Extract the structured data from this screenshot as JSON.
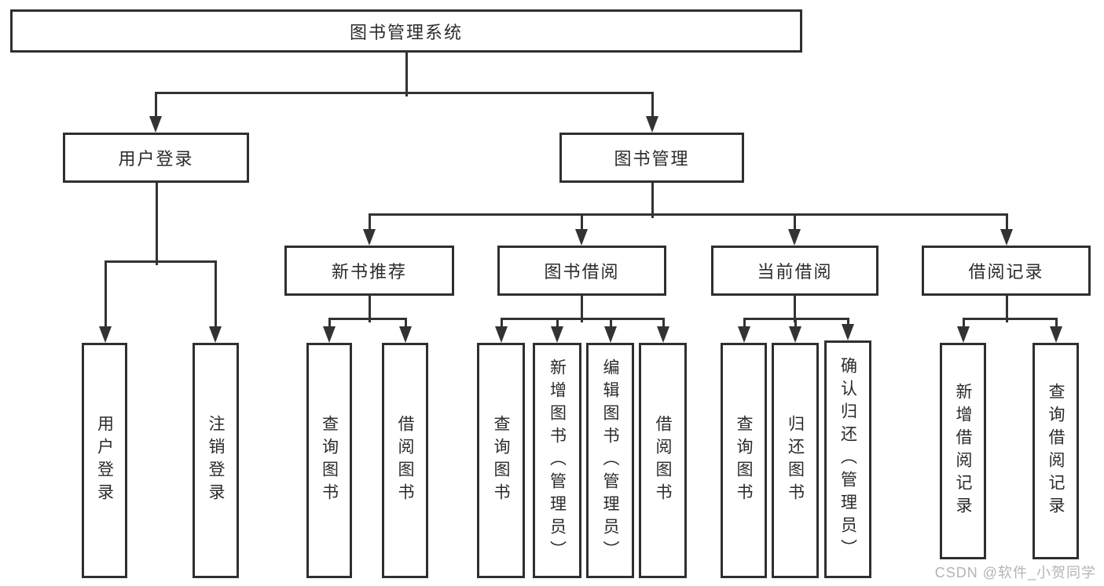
{
  "diagram": {
    "root": {
      "label": "图书管理系统"
    },
    "level2": [
      {
        "id": "user-login",
        "label": "用户登录"
      },
      {
        "id": "book-management",
        "label": "图书管理"
      }
    ],
    "level3": [
      {
        "id": "new-book-recommend",
        "label": "新书推荐",
        "parent": "图书管理"
      },
      {
        "id": "book-borrow",
        "label": "图书借阅",
        "parent": "图书管理"
      },
      {
        "id": "current-borrow",
        "label": "当前借阅",
        "parent": "图书管理"
      },
      {
        "id": "borrow-records",
        "label": "借阅记录",
        "parent": "图书管理"
      }
    ],
    "leaves": [
      {
        "label": "用户登录",
        "parent": "用户登录"
      },
      {
        "label": "注销登录",
        "parent": "用户登录"
      },
      {
        "label": "查询图书",
        "parent": "新书推荐"
      },
      {
        "label": "借阅图书",
        "parent": "新书推荐"
      },
      {
        "label": "查询图书",
        "parent": "图书借阅"
      },
      {
        "label": "新增图书（管理员）",
        "parent": "图书借阅"
      },
      {
        "label": "编辑图书（管理员）",
        "parent": "图书借阅"
      },
      {
        "label": "借阅图书",
        "parent": "图书借阅"
      },
      {
        "label": "查询图书",
        "parent": "当前借阅"
      },
      {
        "label": "归还图书",
        "parent": "当前借阅"
      },
      {
        "label": "确认归还（管理员）",
        "parent": "当前借阅"
      },
      {
        "label": "新增借阅记录",
        "parent": "借阅记录"
      },
      {
        "label": "查询借阅记录",
        "parent": "借阅记录"
      }
    ]
  },
  "watermark": {
    "text": "CSDN @软件_小贺同学"
  },
  "colors": {
    "line": "#333333",
    "box_border": "#2f2f2f",
    "text": "#2b2b2b",
    "background": "#ffffff",
    "watermark": "#b4b4b4"
  }
}
